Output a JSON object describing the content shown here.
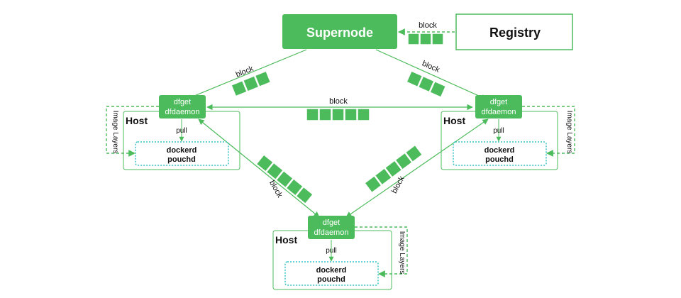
{
  "colors": {
    "green": "#4cbb5b",
    "line": "#4cbb5b",
    "dashed_box": "#35c2c6",
    "text_dark": "#111111",
    "white": "#ffffff"
  },
  "supernode": {
    "label": "Supernode"
  },
  "registry": {
    "label": "Registry"
  },
  "edges": {
    "registry_to_supernode": "block",
    "supernode_to_left": "block",
    "supernode_to_right": "block",
    "left_to_right": "block",
    "left_to_bottom": "block",
    "right_to_bottom": "block"
  },
  "peers": [
    {
      "id": "left",
      "agent_line1": "dfget",
      "agent_line2": "dfdaemon",
      "host_label": "Host",
      "pull_label": "pull",
      "engine_line1": "dockerd",
      "engine_line2": "pouchd",
      "side_label": "Image Layers"
    },
    {
      "id": "right",
      "agent_line1": "dfget",
      "agent_line2": "dfdaemon",
      "host_label": "Host",
      "pull_label": "pull",
      "engine_line1": "dockerd",
      "engine_line2": "pouchd",
      "side_label": "Image Layers"
    },
    {
      "id": "bottom",
      "agent_line1": "dfget",
      "agent_line2": "dfdaemon",
      "host_label": "Host",
      "pull_label": "pull",
      "engine_line1": "dockerd",
      "engine_line2": "pouchd",
      "side_label": "Image Layers"
    }
  ]
}
